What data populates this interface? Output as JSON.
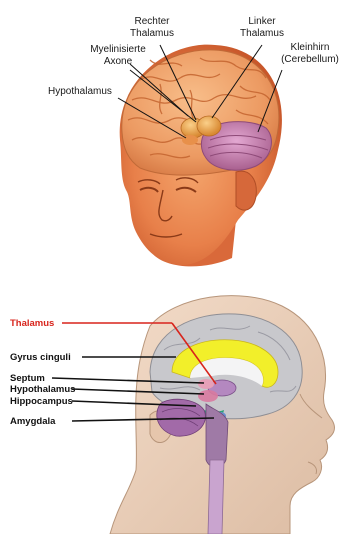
{
  "top_labels": {
    "rechter_thalamus_1": "Rechter",
    "rechter_thalamus_2": "Thalamus",
    "linker_thalamus_1": "Linker",
    "linker_thalamus_2": "Thalamus",
    "myelinisierte_1": "Myelinisierte",
    "myelinisierte_2": "Axone",
    "kleinhirn_1": "Kleinhirn",
    "kleinhirn_2": "(Cerebellum)",
    "hypothalamus": "Hypothalamus"
  },
  "bottom_labels": {
    "thalamus": "Thalamus",
    "gyrus_cinguli": "Gyrus cinguli",
    "septum": "Septum",
    "hypothalamus": "Hypothalamus",
    "hippocampus": "Hippocampus",
    "amygdala": "Amygdala"
  },
  "colors": {
    "skin_top": "#e8804a",
    "brain": "#f0a070",
    "cerebellum": "#c47fb0",
    "thalamus": "#f3b25a",
    "accent_red": "#d8241c",
    "cingulate": "#f2ef2a",
    "hippocampus": "#2aa078"
  }
}
